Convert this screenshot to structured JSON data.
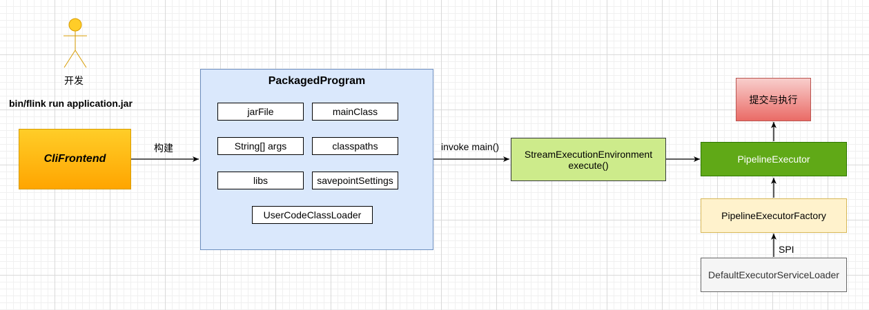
{
  "actor": {
    "label": "开发",
    "command": "bin/flink run application.jar"
  },
  "cli_frontend": {
    "label": "CliFrontend"
  },
  "edges": {
    "build_label": "构建",
    "invoke_label": "invoke main()",
    "spi_label": "SPI"
  },
  "packaged_program": {
    "title": "PackagedProgram",
    "fields": [
      "jarFile",
      "mainClass",
      "String[] args",
      "classpaths",
      "libs",
      "savepointSettings",
      "UserCodeClassLoader"
    ]
  },
  "stream_env": {
    "line1": "StreamExecutionEnvironment",
    "line2": "execute()"
  },
  "pipeline_executor": {
    "label": "PipelineExecutor"
  },
  "submit_execute": {
    "label": "提交与执行"
  },
  "executor_factory": {
    "label": "PipelineExecutorFactory"
  },
  "service_loader": {
    "label": "DefaultExecutorServiceLoader"
  },
  "colors": {
    "cli_fill": "#ffcd28",
    "cli_stroke": "#d79b00",
    "program_fill": "#dae8fc",
    "program_stroke": "#6c8ebf",
    "env_fill": "#cdeb8b",
    "env_stroke": "#36393d",
    "executor_fill": "#60a917",
    "executor_stroke": "#2d7600",
    "submit_fill": "#f8cecc",
    "submit_stroke": "#b85450",
    "factory_fill": "#fff2cc",
    "factory_stroke": "#d6b656",
    "loader_fill": "#f5f5f5",
    "loader_stroke": "#666666",
    "actor_fill": "#ffcd28",
    "actor_stroke": "#d79b00"
  }
}
